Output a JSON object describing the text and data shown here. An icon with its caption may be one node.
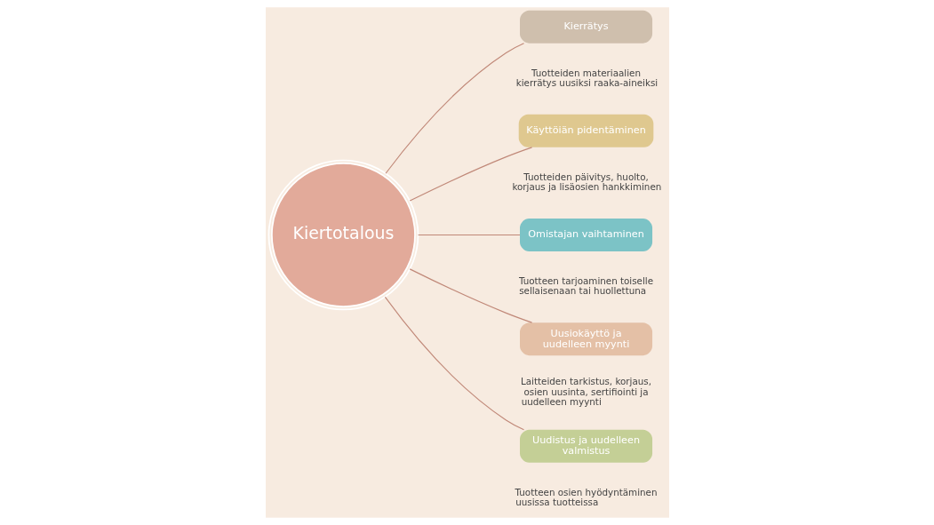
{
  "diagram": {
    "nodes": [
      {
        "text": [
          "Kiertotalous"
        ]
      },
      {
        "text": [
          "Kierrätys"
        ],
        "beside": [
          "Tuotteiden materiaalien kierrätys uusiksi raaka-aineiksi"
        ]
      },
      {
        "text": [
          "Käyttöiän pidentäminen"
        ],
        "beside": [
          "Tuotteiden päivitys, huolto, korjaus ja lisäosien hankkiminen"
        ]
      },
      {
        "text": [
          "Omistajan vaihtaminen"
        ],
        "beside": [
          "Tuotteen tarjoaminen toiselle sellaisenaan tai huollettuna"
        ]
      },
      {
        "text": [
          "Uusiokäyttö ja uudelleen myynti"
        ],
        "beside": [
          "Laitteiden tarkistus, korjaus, osien uusinta, sertifiointi ja uudelleen myynti"
        ]
      },
      {
        "text": [
          "Uudistus ja uudelleen valmistus"
        ],
        "beside": [
          "Tuotteen osien hyödyntäminen uusissa tuotteissa"
        ]
      }
    ],
    "edges": [
      {
        "from": 0,
        "to": 1,
        "arrow": "none"
      },
      {
        "from": 0,
        "to": 2,
        "arrow": "none"
      },
      {
        "from": 0,
        "to": 3,
        "arrow": "none"
      },
      {
        "from": 0,
        "to": 4,
        "arrow": "none"
      },
      {
        "from": 0,
        "to": 5,
        "arrow": "none"
      }
    ]
  }
}
